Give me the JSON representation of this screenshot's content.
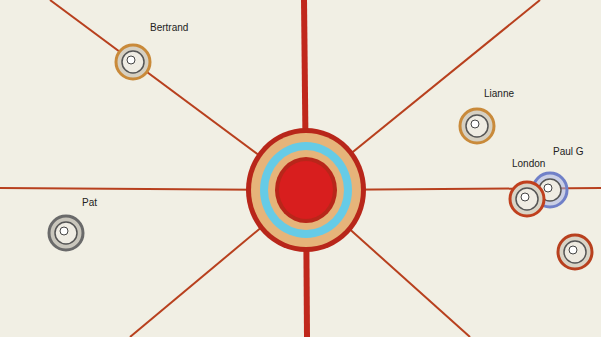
{
  "diagram": {
    "nodes": [
      {
        "text": [
          "Bertrand"
        ]
      },
      {
        "text": [
          "Lianne"
        ]
      },
      {
        "text": [
          "Paul G"
        ]
      },
      {
        "text": [
          "London"
        ]
      },
      {
        "text": [
          "Pat"
        ]
      }
    ]
  }
}
